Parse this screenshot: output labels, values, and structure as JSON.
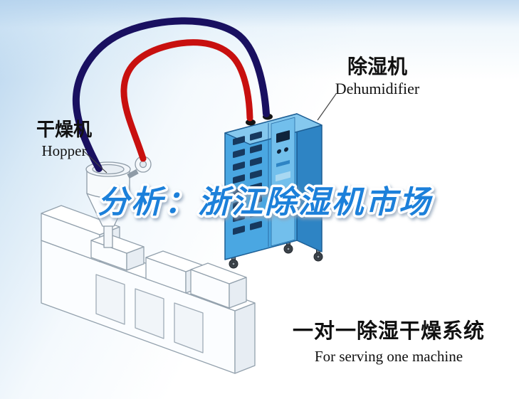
{
  "overlay": {
    "title": "分析：浙江除湿机市场"
  },
  "labels": {
    "hopper": {
      "cn": "干燥机",
      "en": "Hopper"
    },
    "dehumidifier": {
      "cn": "除湿机",
      "en": "Dehumidifier"
    }
  },
  "caption": {
    "cn": "一对一除湿干燥系统",
    "en": "For serving one machine"
  },
  "colors": {
    "pipe_red": "#c8100f",
    "pipe_navy": "#191060",
    "dehumidifier_front": "#4aa7e2",
    "dehumidifier_top": "#85c8ee",
    "dehumidifier_side": "#2e84c4",
    "title_blue": "#1d80da",
    "background_tint": "#b7d4ee",
    "machine_outline": "#93a1ad"
  }
}
